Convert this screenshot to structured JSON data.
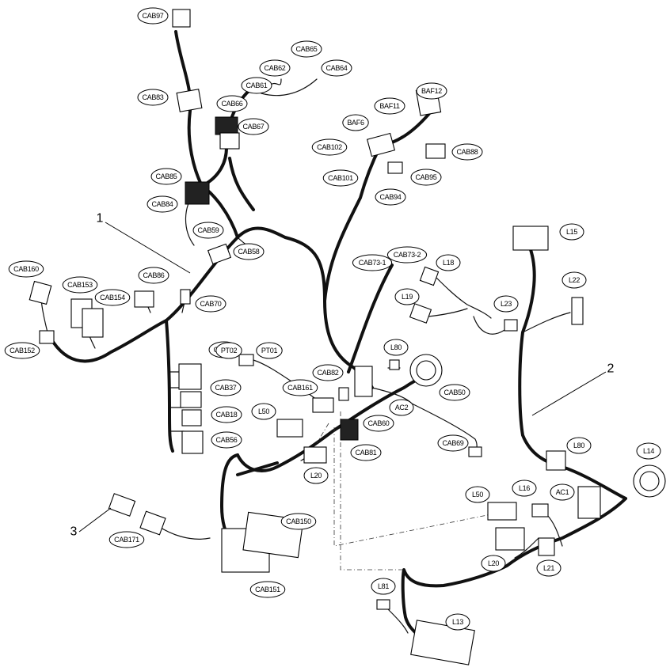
{
  "diagram": {
    "reference_numbers": [
      {
        "id": "ref-1",
        "text": "1"
      },
      {
        "id": "ref-2",
        "text": "2"
      },
      {
        "id": "ref-3",
        "text": "3"
      }
    ],
    "labels": [
      {
        "id": "cab97",
        "text": "CAB97"
      },
      {
        "id": "cab65",
        "text": "CAB65"
      },
      {
        "id": "cab62",
        "text": "CAB62"
      },
      {
        "id": "cab64",
        "text": "CAB64"
      },
      {
        "id": "cab61",
        "text": "CAB61"
      },
      {
        "id": "cab83",
        "text": "CAB83"
      },
      {
        "id": "cab66",
        "text": "CAB66"
      },
      {
        "id": "cab67",
        "text": "CAB67"
      },
      {
        "id": "baf12",
        "text": "BAF12"
      },
      {
        "id": "baf11",
        "text": "BAF11"
      },
      {
        "id": "baf6",
        "text": "BAF6"
      },
      {
        "id": "cab102",
        "text": "CAB102"
      },
      {
        "id": "cab88",
        "text": "CAB88"
      },
      {
        "id": "cab101",
        "text": "CAB101"
      },
      {
        "id": "cab95",
        "text": "CAB95"
      },
      {
        "id": "cab94",
        "text": "CAB94"
      },
      {
        "id": "cab85",
        "text": "CAB85"
      },
      {
        "id": "cab84",
        "text": "CAB84"
      },
      {
        "id": "cab59",
        "text": "CAB59"
      },
      {
        "id": "cab58",
        "text": "CAB58"
      },
      {
        "id": "cab160",
        "text": "CAB160"
      },
      {
        "id": "cab153",
        "text": "CAB153"
      },
      {
        "id": "cab154",
        "text": "CAB154"
      },
      {
        "id": "cab86",
        "text": "CAB86"
      },
      {
        "id": "cab70",
        "text": "CAB70"
      },
      {
        "id": "cab152",
        "text": "CAB152"
      },
      {
        "id": "cab57",
        "text": "CAB57"
      },
      {
        "id": "cab37",
        "text": "CAB37"
      },
      {
        "id": "cab18",
        "text": "CAB18"
      },
      {
        "id": "cab56",
        "text": "CAB56"
      },
      {
        "id": "pt02",
        "text": "PT02"
      },
      {
        "id": "pt01",
        "text": "PT01"
      },
      {
        "id": "cab161",
        "text": "CAB161"
      },
      {
        "id": "cab82",
        "text": "CAB82"
      },
      {
        "id": "l50-cab",
        "text": "L50"
      },
      {
        "id": "l20-cab",
        "text": "L20"
      },
      {
        "id": "cab60",
        "text": "CAB60"
      },
      {
        "id": "cab81",
        "text": "CAB81"
      },
      {
        "id": "ac2",
        "text": "AC2"
      },
      {
        "id": "cab50",
        "text": "CAB50"
      },
      {
        "id": "cab69",
        "text": "CAB69"
      },
      {
        "id": "l80-cab",
        "text": "L80"
      },
      {
        "id": "cab73-1",
        "text": "CAB73-1"
      },
      {
        "id": "cab73-2",
        "text": "CAB73-2"
      },
      {
        "id": "l18",
        "text": "L18"
      },
      {
        "id": "l19",
        "text": "L19"
      },
      {
        "id": "l15",
        "text": "L15"
      },
      {
        "id": "l22",
        "text": "L22"
      },
      {
        "id": "l23",
        "text": "L23"
      },
      {
        "id": "l80",
        "text": "L80"
      },
      {
        "id": "l14",
        "text": "L14"
      },
      {
        "id": "l50",
        "text": "L50"
      },
      {
        "id": "l16",
        "text": "L16"
      },
      {
        "id": "ac1",
        "text": "AC1"
      },
      {
        "id": "l20",
        "text": "L20"
      },
      {
        "id": "l21",
        "text": "L21"
      },
      {
        "id": "l81",
        "text": "L81"
      },
      {
        "id": "l13",
        "text": "L13"
      },
      {
        "id": "cab150",
        "text": "CAB150"
      },
      {
        "id": "cab151",
        "text": "CAB151"
      },
      {
        "id": "cab171",
        "text": "CAB171"
      }
    ]
  }
}
